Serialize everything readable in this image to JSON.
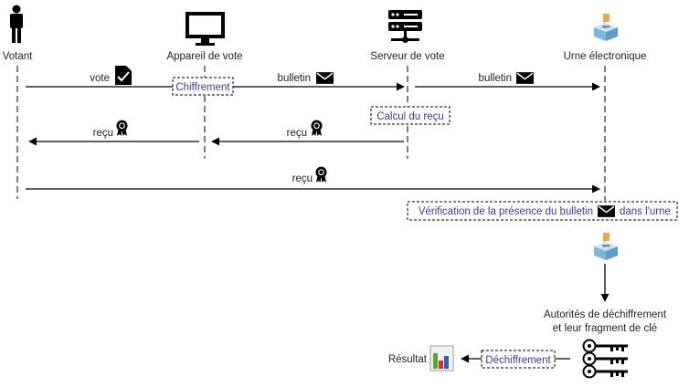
{
  "actors": {
    "voter": "Votant",
    "device": "Appareil de vote",
    "server": "Serveur de vote",
    "ballot_box": "Urne électronique"
  },
  "messages": {
    "vote": "vote",
    "ballot_1": "bulletin",
    "ballot_2": "bulletin",
    "receipt_1": "reçu",
    "receipt_2": "reçu",
    "receipt_3": "reçu"
  },
  "steps": {
    "encryption": "Chiffrement",
    "receipt_calc": "Calcul du reçu",
    "verification_pre": "Vérification de la présence du bulletin",
    "verification_post": "dans l'urne",
    "decryption": "Déchiffrement"
  },
  "authorities": {
    "line1": "Autorités de déchiffrement",
    "line2": "et leur fragment de clé"
  },
  "result": "Résultat",
  "colors": {
    "box_text": "#3b3b8f",
    "ballot_box": "#8fc3e6",
    "ballot_slot": "#e3a94a",
    "chart_red": "#d0352b",
    "chart_blue": "#2f5fb3",
    "chart_green": "#58a33a"
  },
  "icons": [
    "person-icon",
    "monitor-icon",
    "server-icon",
    "ballot-box-icon",
    "vote-document-icon",
    "envelope-icon",
    "ribbon-icon",
    "keys-icon",
    "bar-chart-icon"
  ]
}
